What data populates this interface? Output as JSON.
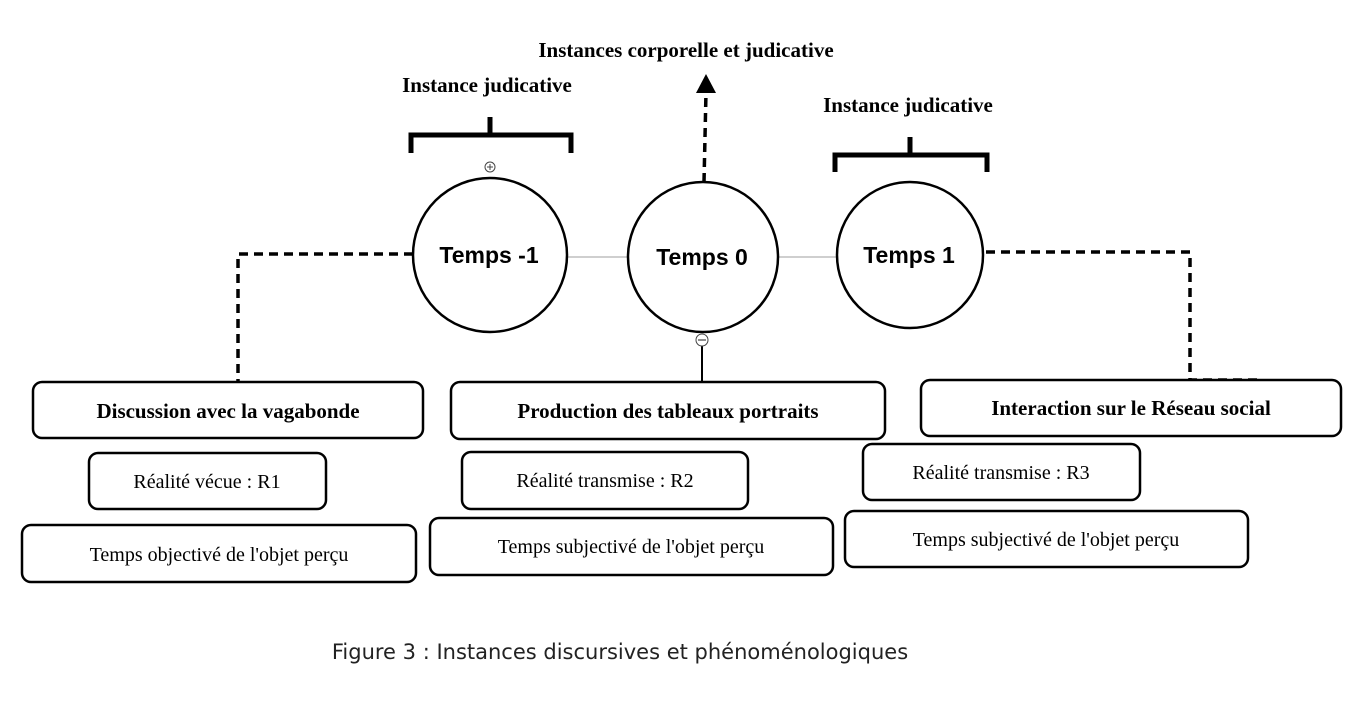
{
  "top_labels": {
    "center": "Instances corporelle et judicative",
    "left": "Instance judicative",
    "right": "Instance judicative"
  },
  "nodes": [
    {
      "id": "t-minus-1",
      "label": "Temps -1"
    },
    {
      "id": "t-0",
      "label": "Temps 0"
    },
    {
      "id": "t-1",
      "label": "Temps 1"
    }
  ],
  "columns": [
    {
      "title": "Discussion avec la vagabonde",
      "reality": "Réalité vécue : R1",
      "time": "Temps objectivé de l'objet perçu"
    },
    {
      "title": "Production des tableaux portraits",
      "reality": "Réalité transmise : R2",
      "time": "Temps subjectivé de l'objet perçu"
    },
    {
      "title": "Interaction sur le Réseau social",
      "reality": "Réalité transmise : R3",
      "time": "Temps subjectivé de l'objet perçu"
    }
  ],
  "caption": "Figure 3 : Instances discursives et phénoménologiques"
}
